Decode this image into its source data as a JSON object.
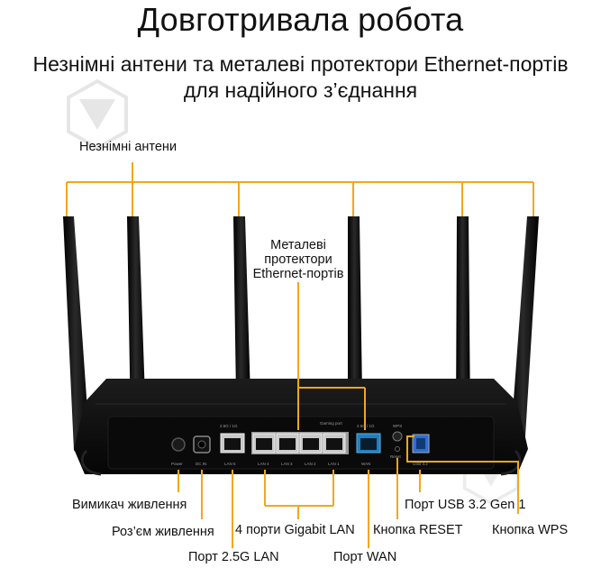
{
  "header": {
    "title": "Довготривала робота",
    "subtitle_line1": "Незнімні антени та металеві протектори Ethernet-портів",
    "subtitle_line2": "для надійного з’єднання"
  },
  "callouts": {
    "antennas": "Незнімні антени",
    "metal_protectors_line1": "Металеві",
    "metal_protectors_line2": "протектори",
    "metal_protectors_line3": "Ethernet-портів",
    "power_switch": "Вимикач живлення",
    "power_jack": "Роз’єм живлення",
    "lan_25g": "Порт 2.5G LAN",
    "gigabit_lan": "4 порти Gigabit LAN",
    "wan_port": "Порт WAN",
    "reset_button": "Кнопка RESET",
    "usb_port": "Порт USB 3.2 Gen 1",
    "wps_button": "Кнопка WPS"
  },
  "device_labels": {
    "port_25g_top": "2.5G / 1G",
    "gaming_port": "Gaming port",
    "wan_top": "2.5G / 1G",
    "wps_top": "WPS",
    "reset": "Reset",
    "power": "Power",
    "dcin": "DC IN",
    "lan0": "LAN 5",
    "lan4": "LAN 4",
    "lan3": "LAN 3",
    "lan2": "LAN 2",
    "lan1": "LAN 1",
    "wan": "WAN",
    "usb": "USB 3.2"
  },
  "colors": {
    "accent": "#F2A71B",
    "device": "#0c0c0c",
    "port_silver": "#c9c9c9",
    "wan_blue": "#1f7fbf",
    "usb_blue": "#2a6fd6",
    "watermark": "#e9e9e9"
  }
}
